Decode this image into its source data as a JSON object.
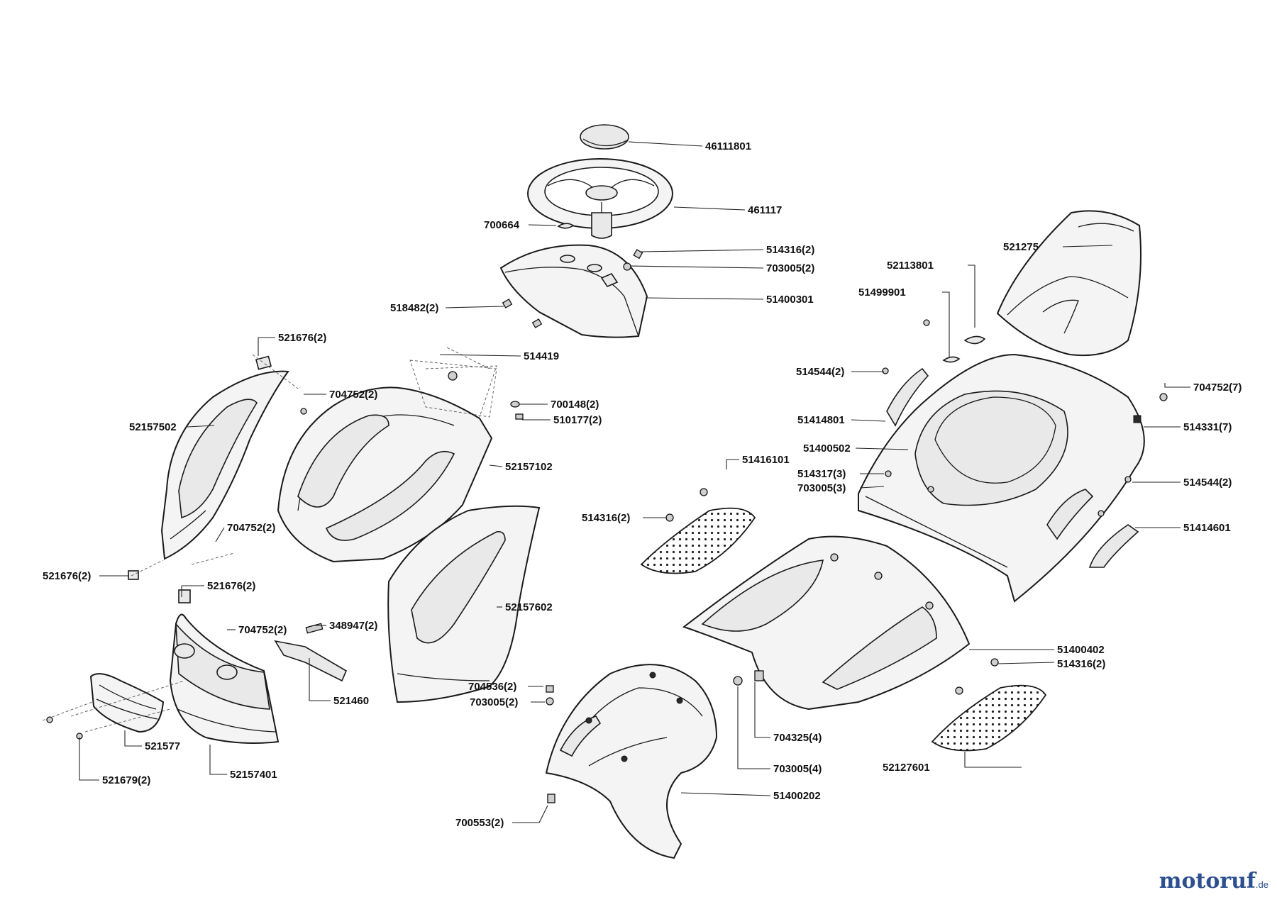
{
  "labels": {
    "l_46111801": "46111801",
    "l_461117": "461117",
    "l_700664": "700664",
    "l_514316_a": "514316(2)",
    "l_703005_a": "703005(2)",
    "l_518482": "518482(2)",
    "l_51400301": "51400301",
    "l_521676_a": "521676(2)",
    "l_514419": "514419",
    "l_704752_a": "704752(2)",
    "l_700148": "700148(2)",
    "l_510177": "510177(2)",
    "l_52157502": "52157502",
    "l_52157102": "52157102",
    "l_704752_b": "704752(2)",
    "l_521676_b": "521676(2)",
    "l_521676_c": "521676(2)",
    "l_704752_c": "704752(2)",
    "l_348947": "348947(2)",
    "l_52157602": "52157602",
    "l_521460": "521460",
    "l_521577": "521577",
    "l_52157401": "52157401",
    "l_521679": "521679(2)",
    "l_521275": "521275",
    "l_52113801": "52113801",
    "l_51499901": "51499901",
    "l_514544_a": "514544(2)",
    "l_51414801": "51414801",
    "l_51400502": "51400502",
    "l_51416101": "51416101",
    "l_514317": "514317(3)",
    "l_703005_b": "703005(3)",
    "l_514316_b": "514316(2)",
    "l_704752_d": "704752(7)",
    "l_514331": "514331(7)",
    "l_514544_b": "514544(2)",
    "l_51414601": "51414601",
    "l_704536": "704536(2)",
    "l_703005_c": "703005(2)",
    "l_700553": "700553(2)",
    "l_704325": "704325(4)",
    "l_703005_d": "703005(4)",
    "l_51400202": "51400202",
    "l_51400402": "51400402",
    "l_514316_c": "514316(2)",
    "l_52127601": "52127601"
  },
  "watermark": {
    "brand": "motoruf",
    "suffix": ".de"
  }
}
